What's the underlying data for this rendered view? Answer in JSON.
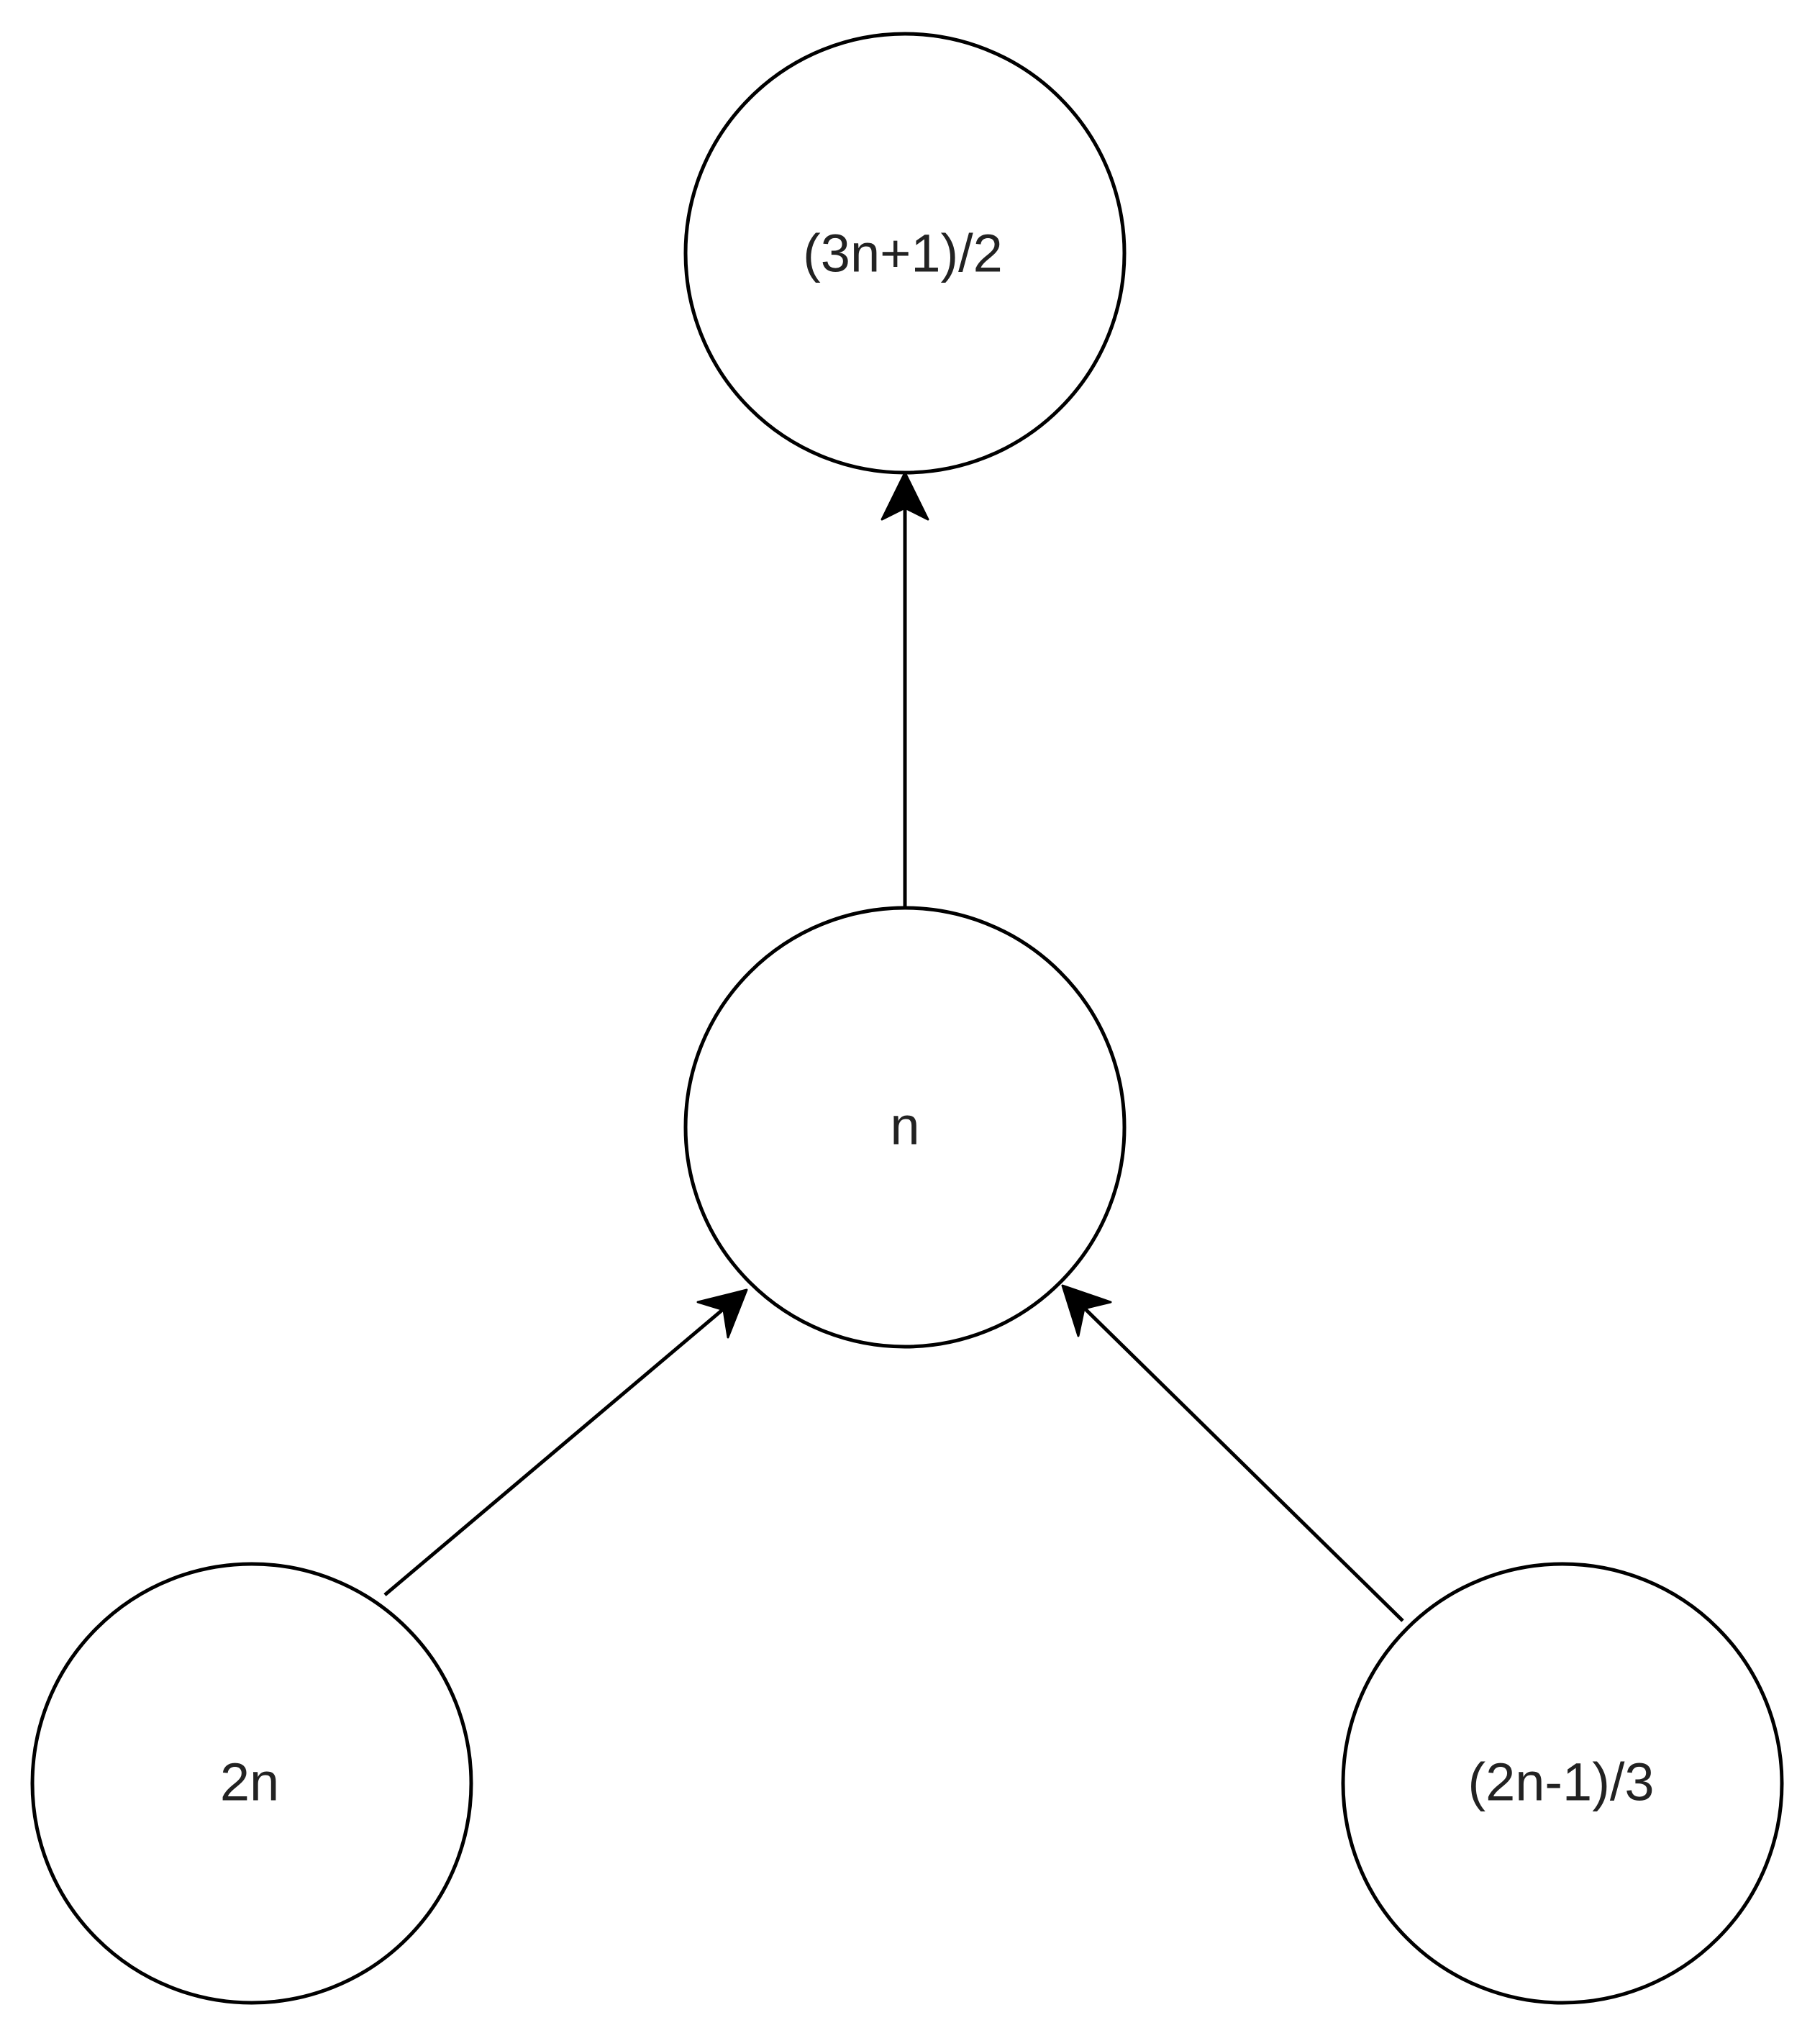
{
  "diagram": {
    "nodes": [
      {
        "id": "top",
        "label": "(3n+1)/2"
      },
      {
        "id": "center",
        "label": "n"
      },
      {
        "id": "left",
        "label": "2n"
      },
      {
        "id": "right",
        "label": "(2n-1)/3"
      }
    ],
    "edges": [
      {
        "from": "center",
        "to": "top"
      },
      {
        "from": "left",
        "to": "center"
      },
      {
        "from": "right",
        "to": "center"
      }
    ]
  },
  "colors": {
    "stroke": "#000000",
    "text": "#222222",
    "background": "#ffffff"
  }
}
